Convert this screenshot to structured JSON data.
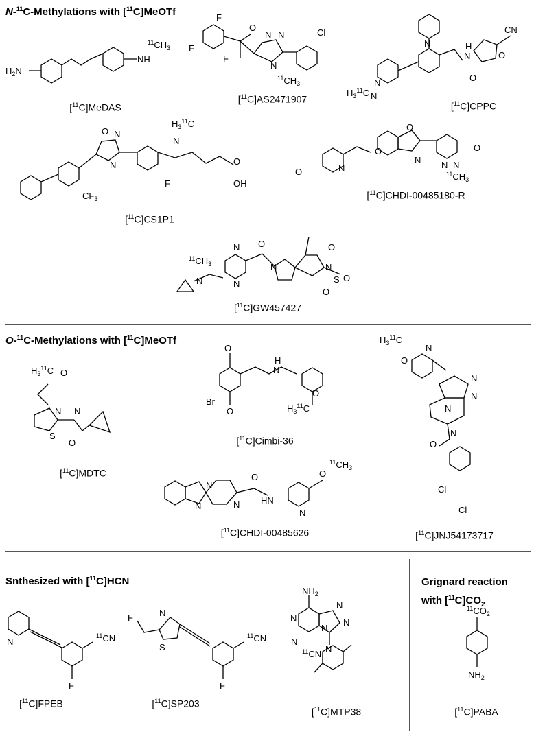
{
  "sections": {
    "n_methylation": {
      "prefix": "N-",
      "iso": "11",
      "middle": "C-Methylations with [",
      "iso2": "11",
      "suffix": "C]MeOTf"
    },
    "o_methylation": {
      "prefix": "O-",
      "iso": "11",
      "middle": "C-Methylations with [",
      "iso2": "11",
      "suffix": "C]MeOTf"
    },
    "hcn": {
      "text": "Snthesized with [",
      "iso": "11",
      "suffix": "C]HCN"
    },
    "grignard": {
      "line1": "Grignard reaction",
      "line2": "with [",
      "iso": "11",
      "suffix": "C]CO",
      "sub": "2"
    }
  },
  "compounds": [
    {
      "id": "medas",
      "iso": "11",
      "name": "C]MeDAS"
    },
    {
      "id": "as2471907",
      "iso": "11",
      "name": "C]AS2471907"
    },
    {
      "id": "cppc",
      "iso": "11",
      "name": "C]CPPC"
    },
    {
      "id": "cs1p1",
      "iso": "11",
      "name": "C]CS1P1"
    },
    {
      "id": "chdi485180",
      "iso": "11",
      "name": "C]CHDI-00485180-R"
    },
    {
      "id": "gw457427",
      "iso": "11",
      "name": "C]GW457427"
    },
    {
      "id": "mdtc",
      "iso": "11",
      "name": "C]MDTC"
    },
    {
      "id": "cimbi36",
      "iso": "11",
      "name": "C]Cimbi-36"
    },
    {
      "id": "jnj54173717",
      "iso": "11",
      "name": "C]JNJ54173717"
    },
    {
      "id": "chdi485626",
      "iso": "11",
      "name": "C]CHDI-00485626"
    },
    {
      "id": "fpeb",
      "iso": "11",
      "name": "C]FPEB"
    },
    {
      "id": "sp203",
      "iso": "11",
      "name": "C]SP203"
    },
    {
      "id": "mtp38",
      "iso": "11",
      "name": "C]MTP38"
    },
    {
      "id": "paba",
      "iso": "11",
      "name": "C]PABA"
    }
  ],
  "atom_labels": {
    "h2n": "H2N",
    "nh": "NH",
    "ch3_11": "11CH3",
    "f": "F",
    "cl": "Cl",
    "o": "O",
    "n": "N",
    "cn_11": "11CN",
    "h3c_11": "H311C",
    "co2_11": "11CO2",
    "nh2": "NH2",
    "oh": "OH",
    "cf3": "CF3",
    "s": "S",
    "br": "Br",
    "hn": "HN"
  }
}
